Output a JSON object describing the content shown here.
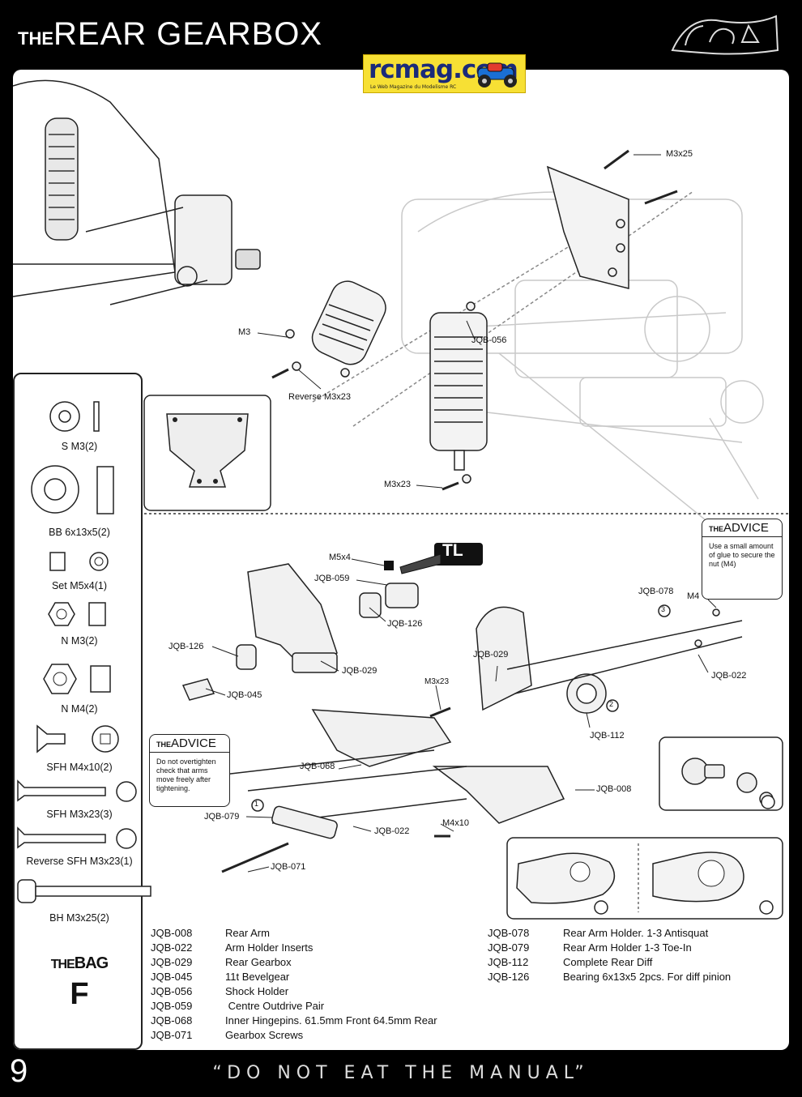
{
  "header": {
    "title_prefix": "THE",
    "title_main": "REAR GEARBOX",
    "logo_text": "rcmag.com",
    "logo_subtext": "Le Web Magazine du Modelisme RC"
  },
  "diagram_labels": {
    "top": [
      {
        "key": "m3x25",
        "text": "M3x25"
      },
      {
        "key": "m3",
        "text": "M3"
      },
      {
        "key": "jqb056",
        "text": "JQB-056"
      },
      {
        "key": "rev_m3x23",
        "text": "Reverse M3x23"
      },
      {
        "key": "m3x23",
        "text": "M3x23"
      }
    ],
    "bottom": [
      {
        "key": "m5x4",
        "text": "M5x4"
      },
      {
        "key": "tl",
        "text": "TL"
      },
      {
        "key": "jqb059",
        "text": "JQB-059"
      },
      {
        "key": "jqb126a",
        "text": "JQB-126"
      },
      {
        "key": "jqb126b",
        "text": "JQB-126"
      },
      {
        "key": "jqb029a",
        "text": "JQB-029"
      },
      {
        "key": "jqb045",
        "text": "JQB-045"
      },
      {
        "key": "jqb029b",
        "text": "JQB-029"
      },
      {
        "key": "m3x23b",
        "text": "M3x23"
      },
      {
        "key": "jqb112",
        "text": "JQB-112"
      },
      {
        "key": "jqb078",
        "text": "JQB-078"
      },
      {
        "key": "m4",
        "text": "M4"
      },
      {
        "key": "jqb022a",
        "text": "JQB-022"
      },
      {
        "key": "jqb068",
        "text": "JQB-068"
      },
      {
        "key": "jqb008",
        "text": "JQB-008"
      },
      {
        "key": "jqb079",
        "text": "JQB-079"
      },
      {
        "key": "jqb022b",
        "text": "JQB-022"
      },
      {
        "key": "m4x10",
        "text": "M4x10"
      },
      {
        "key": "jqb071",
        "text": "JQB-071"
      },
      {
        "key": "num1",
        "text": "1"
      },
      {
        "key": "num2",
        "text": "2"
      },
      {
        "key": "num3",
        "text": "3"
      }
    ]
  },
  "advice_left": {
    "prefix": "THE",
    "title": "ADVICE",
    "text": "Do not overtighten check that arms move freely after tightening."
  },
  "advice_right": {
    "prefix": "THE",
    "title": "ADVICE",
    "text": "Use a small amount of glue to secure the nut (M4)"
  },
  "bag": {
    "prefix": "THE",
    "title": "BAG",
    "letter": "F",
    "parts": [
      {
        "label": "S M3(2)",
        "icon": "washer-icon"
      },
      {
        "label": "BB 6x13x5(2)",
        "icon": "bearing-icon"
      },
      {
        "label": "Set  M5x4(1)",
        "icon": "set-screw-icon"
      },
      {
        "label": "N  M3(2)",
        "icon": "nut-icon"
      },
      {
        "label": "N  M4(2)",
        "icon": "nut-icon"
      },
      {
        "label": "SFH M4x10(2)",
        "icon": "countersunk-screw-icon"
      },
      {
        "label": "SFH M3x23(3)",
        "icon": "countersunk-screw-icon"
      },
      {
        "label": "Reverse SFH M3x23(1)",
        "icon": "countersunk-screw-icon"
      },
      {
        "label": "BH M3x25(2)",
        "icon": "button-head-screw-icon"
      }
    ]
  },
  "parts_legend": {
    "left": [
      {
        "code": "JQB-008",
        "name": "Rear Arm"
      },
      {
        "code": "JQB-022",
        "name": "Arm Holder Inserts"
      },
      {
        "code": "JQB-029",
        "name": "Rear Gearbox"
      },
      {
        "code": "JQB-045",
        "name": "11t Bevelgear"
      },
      {
        "code": "JQB-056",
        "name": "Shock Holder"
      },
      {
        "code": "JQB-059",
        "name": " Centre Outdrive Pair"
      },
      {
        "code": "JQB-068",
        "name": "Inner Hingepins. 61.5mm Front 64.5mm Rear"
      },
      {
        "code": "JQB-071",
        "name": "Gearbox Screws"
      }
    ],
    "right": [
      {
        "code": "JQB-078",
        "name": "Rear Arm Holder. 1-3 Antisquat"
      },
      {
        "code": "JQB-079",
        "name": "Rear Arm Holder 1-3 Toe-In"
      },
      {
        "code": "JQB-112",
        "name": "Complete Rear Diff"
      },
      {
        "code": "JQB-126",
        "name": "Bearing 6x13x5 2pcs. For diff pinion"
      }
    ]
  },
  "footer": {
    "page_number": "9",
    "tagline": "“DO NOT EAT THE MANUAL”"
  }
}
